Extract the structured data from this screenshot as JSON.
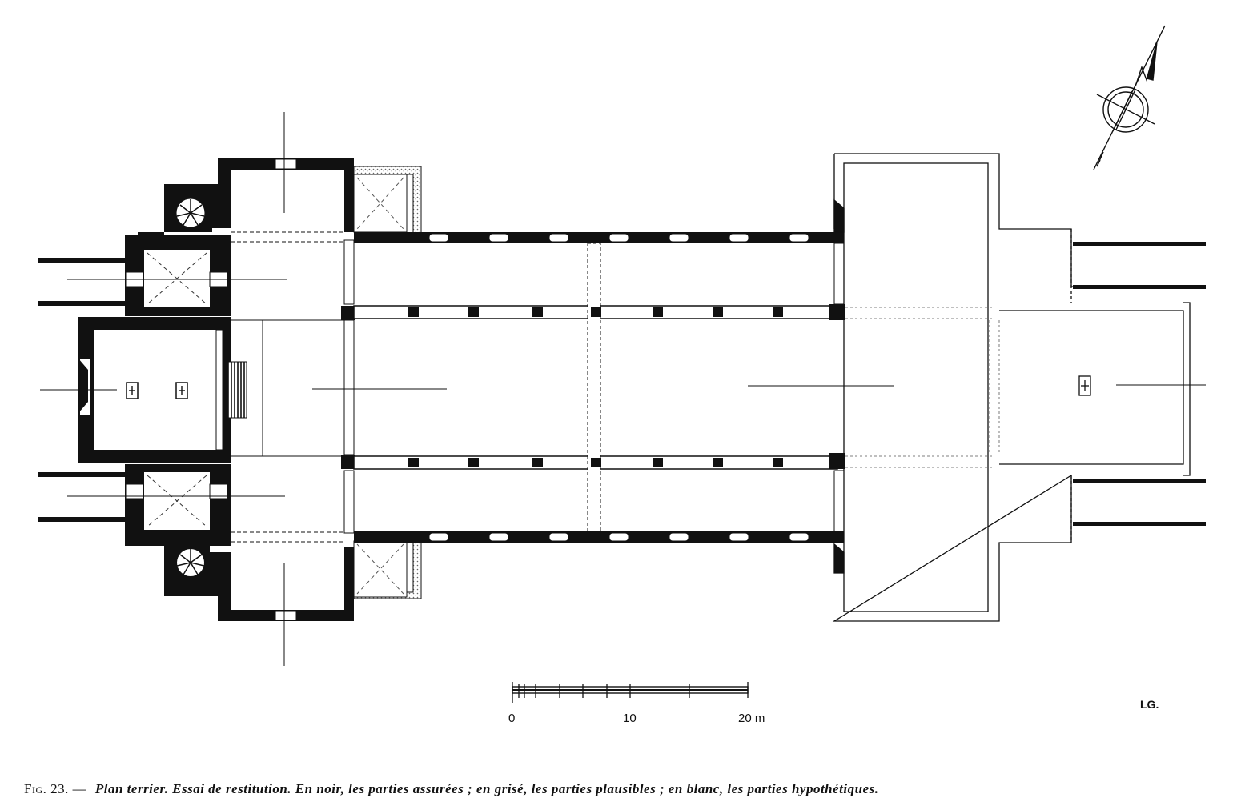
{
  "scale_bar": {
    "tick_labels": [
      "0",
      "10",
      "20 m"
    ]
  },
  "signature": "LG.",
  "caption": {
    "figure_label": "Fig. 23. —",
    "text": "Plan terrier. Essai de restitution. En noir, les parties assurées ; en grisé, les parties plausibles ; en blanc, les parties hypothétiques."
  },
  "legend_colors": {
    "assured": "#111111",
    "plausible": "#b8b8b8",
    "hypothetical": "#ffffff"
  }
}
